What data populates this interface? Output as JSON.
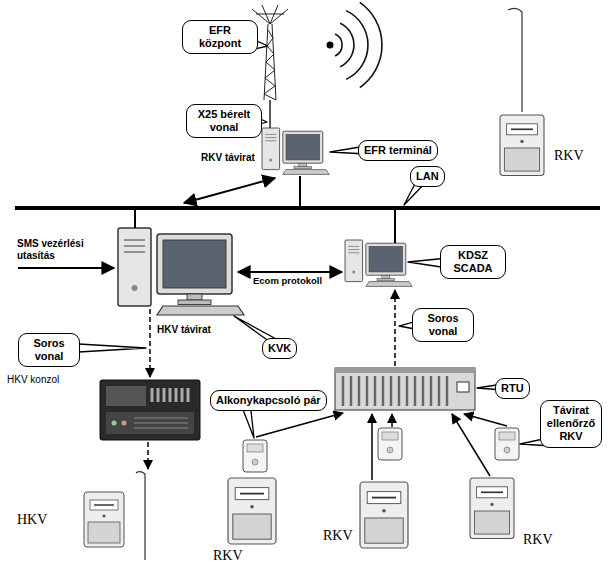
{
  "diagram": {
    "nodes": [
      {
        "text": [
          "EFR központ"
        ]
      },
      {
        "text": [
          "X25 bérelt vonal"
        ]
      },
      {
        "text": [
          "EFR terminál"
        ]
      },
      {
        "text": [
          "LAN"
        ]
      },
      {
        "text": [
          "KDSZ SCADA"
        ]
      },
      {
        "text": [
          "Soros vonal"
        ]
      },
      {
        "text": [
          "Soros vonal"
        ]
      },
      {
        "text": [
          "KVK"
        ]
      },
      {
        "text": [
          "RTU"
        ]
      },
      {
        "text": [
          "Alkonykapcsoló pár"
        ]
      },
      {
        "text": [
          "Távirat ellenőrző RKV"
        ]
      }
    ],
    "labels": [
      "RKV",
      "RKV távirat",
      "SMS vezérlési utasítás",
      "Ecom protokoll",
      "HKV távirat",
      "HKV konzol",
      "RKV",
      "RKV",
      "RKV",
      "HKV"
    ]
  }
}
